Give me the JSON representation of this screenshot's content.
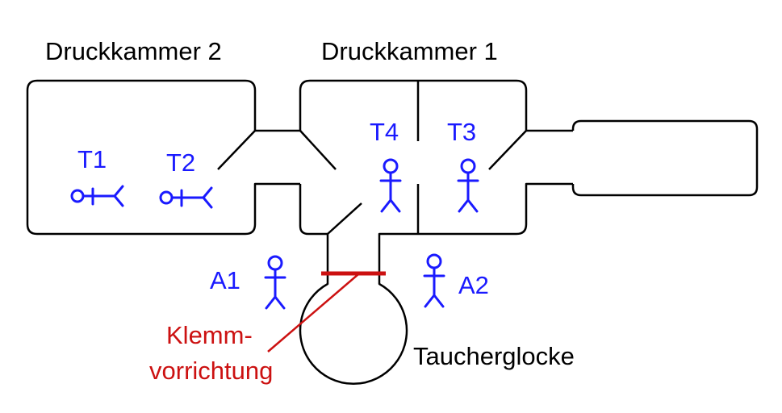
{
  "chambers": {
    "chamber2": "Druckkammer 2",
    "chamber1": "Druckkammer 1"
  },
  "persons": {
    "t1": "T1",
    "t2": "T2",
    "t3": "T3",
    "t4": "T4",
    "a1": "A1",
    "a2": "A2"
  },
  "clamp": {
    "line1": "Klemm-",
    "line2": "vorrichtung"
  },
  "bell": "Taucherglocke",
  "colors": {
    "walls": "#000000",
    "persons": "#1a1aff",
    "clamp": "#cc1111"
  }
}
